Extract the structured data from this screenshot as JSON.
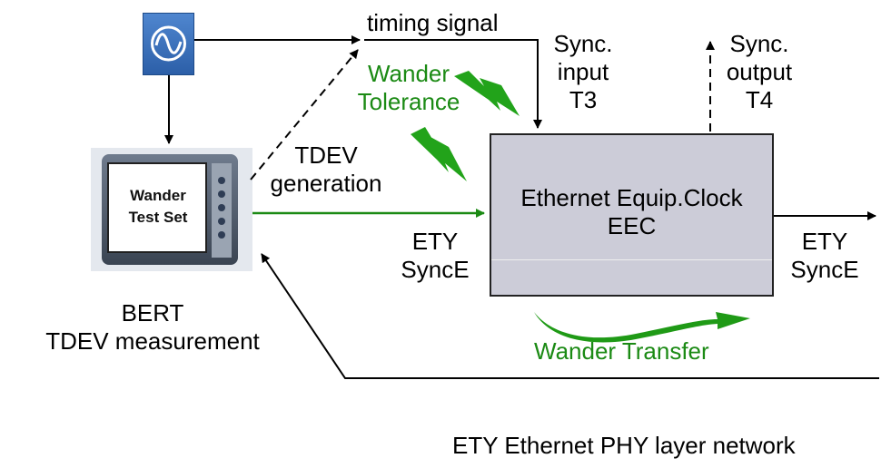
{
  "labels": {
    "timing_signal": "timing signal",
    "sync_input": "Sync.\ninput\nT3",
    "sync_output": "Sync.\noutput\nT4",
    "wander_tolerance": "Wander\nTolerance",
    "tdev_generation": "TDEV\ngeneration",
    "ety_syncE_in": "ETY\nSyncE",
    "ety_syncE_out": "ETY\nSyncE",
    "eec_title": "Ethernet Equip.Clock\nEEC",
    "bert_tdev": "BERT\nTDEV measurement",
    "wander_transfer": "Wander Transfer",
    "ety_legend": "ETY  Ethernet PHY layer network"
  },
  "test_set": {
    "screen_text": "Wander\nTest Set"
  },
  "icons": {
    "oscillator": "sine-wave-icon",
    "device": "wander-test-set-device"
  },
  "colors": {
    "green": "#1b8a14",
    "eec_fill": "#ccccd8",
    "osc_blue": "#2c5fa8"
  }
}
